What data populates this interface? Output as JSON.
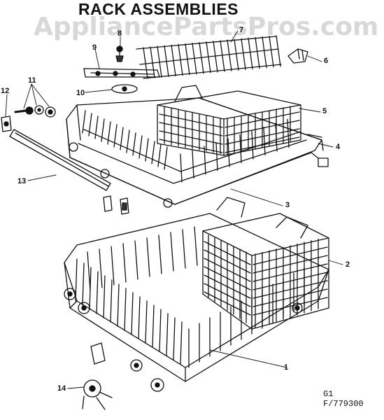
{
  "title": "RACK ASSEMBLIES",
  "watermark": "AppliancePartsPros.com",
  "callouts": {
    "c1": "1",
    "c2": "2",
    "c3": "3",
    "c4": "4",
    "c5": "5",
    "c6": "6",
    "c7": "7",
    "c8": "8",
    "c9": "9",
    "c10": "10",
    "c11": "11",
    "c12": "12",
    "c13": "13",
    "c14": "14"
  },
  "code": {
    "line1": "G1",
    "line2": "F/779300"
  }
}
